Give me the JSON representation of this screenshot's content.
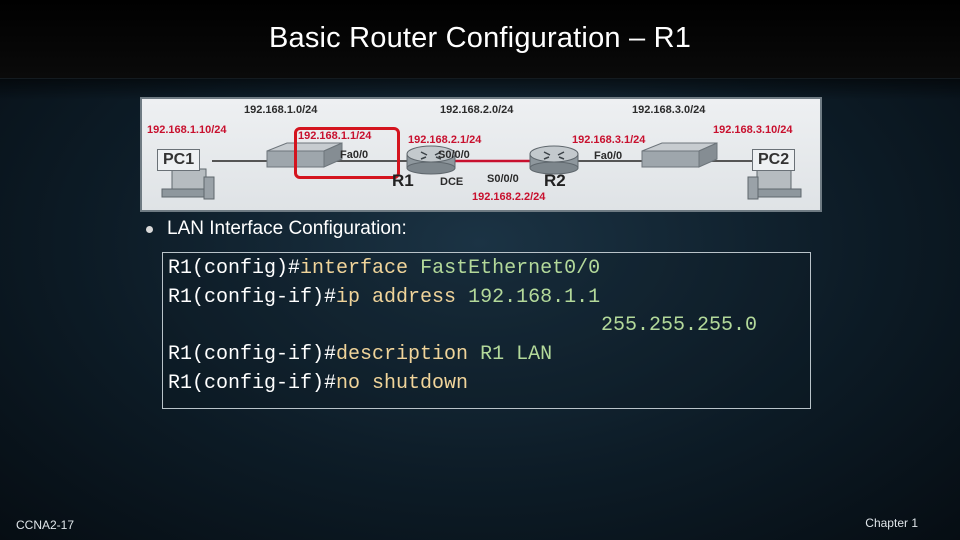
{
  "slide": {
    "title": "Basic Router Configuration – R1",
    "footer_left": "CCNA2-17",
    "footer_right": "Chapter 1"
  },
  "diagram": {
    "networks": [
      "192.168.1.0/24",
      "192.168.2.0/24",
      "192.168.3.0/24"
    ],
    "pc1": {
      "label": "PC1",
      "ip": "192.168.1.10/24"
    },
    "pc2": {
      "label": "PC2",
      "ip": "192.168.3.10/24"
    },
    "r1": {
      "label": "R1",
      "fa_ip": "192.168.1.1/24",
      "fa_if": "Fa0/0",
      "s_ip": "192.168.2.1/24",
      "s_if": "S0/0/0",
      "dce": "DCE"
    },
    "r2": {
      "label": "R2",
      "fa_ip": "192.168.3.1/24",
      "fa_if": "Fa0/0",
      "s_ip": "192.168.2.2/24",
      "s_if": "S0/0/0"
    },
    "colors": {
      "label_red": "#c8102e",
      "highlight": "#d4141e",
      "serial_link": "#c8102e"
    }
  },
  "bullet": {
    "text": "LAN Interface Configuration:"
  },
  "code": {
    "lines": [
      {
        "prompt": "R1(config)#",
        "cmd": "interface ",
        "arg": "FastEthernet0/0"
      },
      {
        "prompt": "R1(config-if)#",
        "cmd": "ip address ",
        "arg": "192.168.1.1"
      },
      {
        "prompt": "",
        "cmd": "",
        "arg": "255.255.255.0"
      },
      {
        "prompt": "R1(config-if)#",
        "cmd": "description ",
        "arg": "R1 LAN"
      },
      {
        "prompt": "R1(config-if)#",
        "cmd": "no shutdown",
        "arg": ""
      }
    ]
  }
}
